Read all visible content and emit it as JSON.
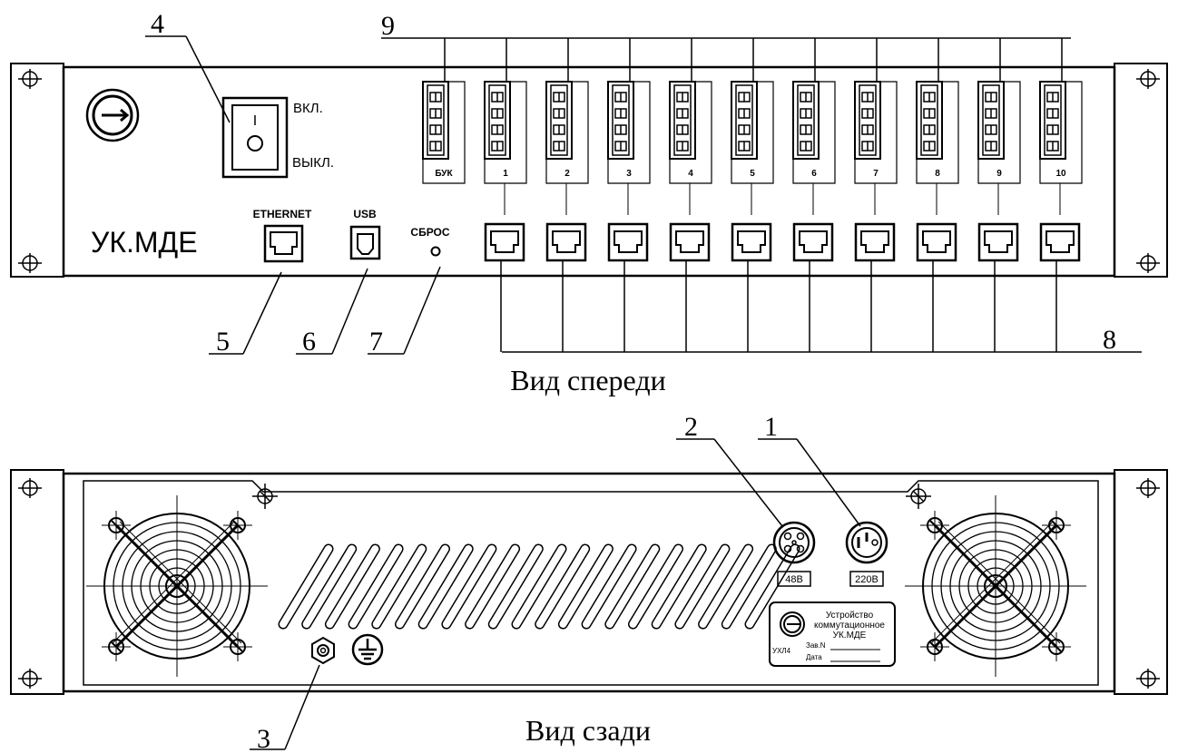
{
  "front": {
    "caption": "Вид спереди",
    "model": "УК.МДЕ",
    "switch_on": "ВКЛ.",
    "switch_off": "ВЫКЛ.",
    "switch_mark": "I",
    "ethernet": "ETHERNET",
    "usb": "USB",
    "reset": "СБРОС",
    "terminals": [
      "БУК",
      "1",
      "2",
      "3",
      "4",
      "5",
      "6",
      "7",
      "8",
      "9",
      "10"
    ],
    "callouts": {
      "c4": "4",
      "c5": "5",
      "c6": "6",
      "c7": "7",
      "c8": "8",
      "c9": "9"
    }
  },
  "rear": {
    "caption": "Вид сзади",
    "conn_48": "48В",
    "conn_220": "220В",
    "plate": {
      "line1": "Устройство",
      "line2": "коммутационное",
      "line3": "УК.МДЕ",
      "climate": "УХЛ4",
      "serial": "Зав.N",
      "date": "Дата"
    },
    "callouts": {
      "c1": "1",
      "c2": "2",
      "c3": "3"
    }
  }
}
